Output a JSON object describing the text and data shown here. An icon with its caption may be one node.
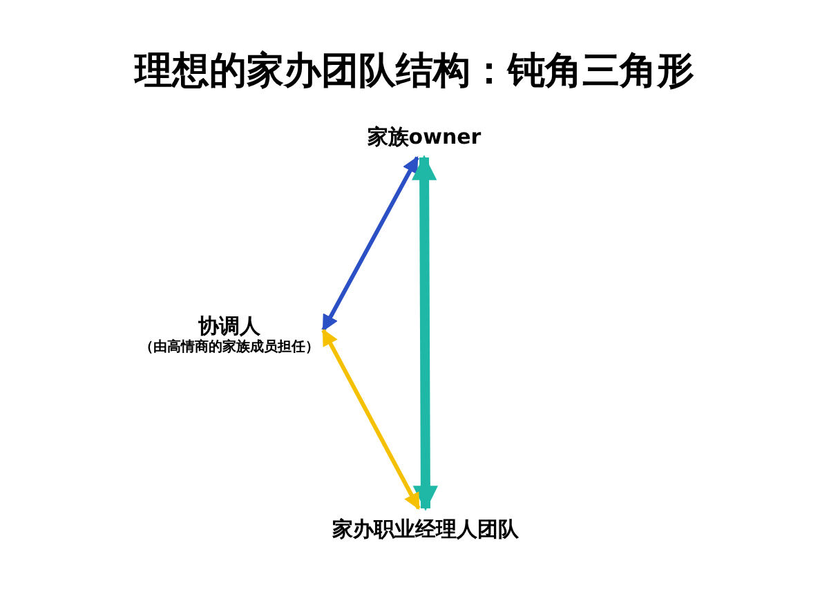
{
  "diagram": {
    "title": "理想的家办团队结构：钝角三角形",
    "nodes": [
      {
        "text": [
          "家族owner"
        ]
      },
      {
        "text": [
          "协调人",
          "（由高情商的家族成员担任）"
        ]
      },
      {
        "text": [
          "家办职业经理人团队"
        ]
      }
    ],
    "edges": [
      {
        "from": 0,
        "to": 1,
        "arrow": "both",
        "color": "#2b4fc4"
      },
      {
        "from": 0,
        "to": 2,
        "arrow": "both",
        "color": "#1fb8a6",
        "style": "thick"
      },
      {
        "from": 1,
        "to": 2,
        "arrow": "both",
        "color": "#f5c000"
      }
    ]
  }
}
